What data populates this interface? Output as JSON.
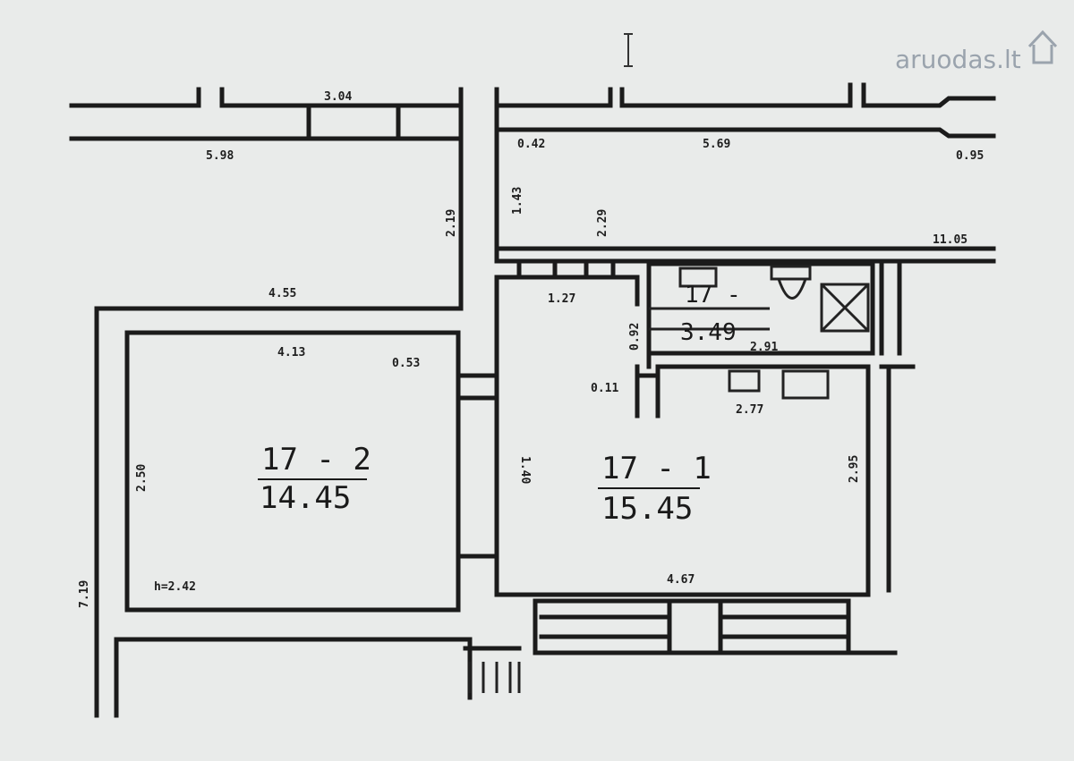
{
  "watermark": "aruodas.lt",
  "rooms": [
    {
      "id": "17-1",
      "label": "17 - 1",
      "area": "15.45"
    },
    {
      "id": "17-2",
      "label": "17 - 2",
      "area": "14.45"
    },
    {
      "id": "17-3",
      "label": "17 -",
      "area": "3.49"
    }
  ],
  "dimensions": {
    "d1": "3.04",
    "d2": "5.98",
    "d3": "0.42",
    "d4": "5.69",
    "d5": "0.95",
    "d6": "1.43",
    "d7": "2.19",
    "d8": "2.29",
    "d9": "11.05",
    "d10": "4.55",
    "d11": "1.27",
    "d12": "4.13",
    "d13": "0.53",
    "d14": "0.92",
    "d15": "2.91",
    "d16": "0.11",
    "d17": "2.77",
    "d18": "1.40",
    "d19": "2.50",
    "d20": "2.95",
    "d21": "h=2.42",
    "d22": "7.19",
    "d23": "4.67"
  }
}
